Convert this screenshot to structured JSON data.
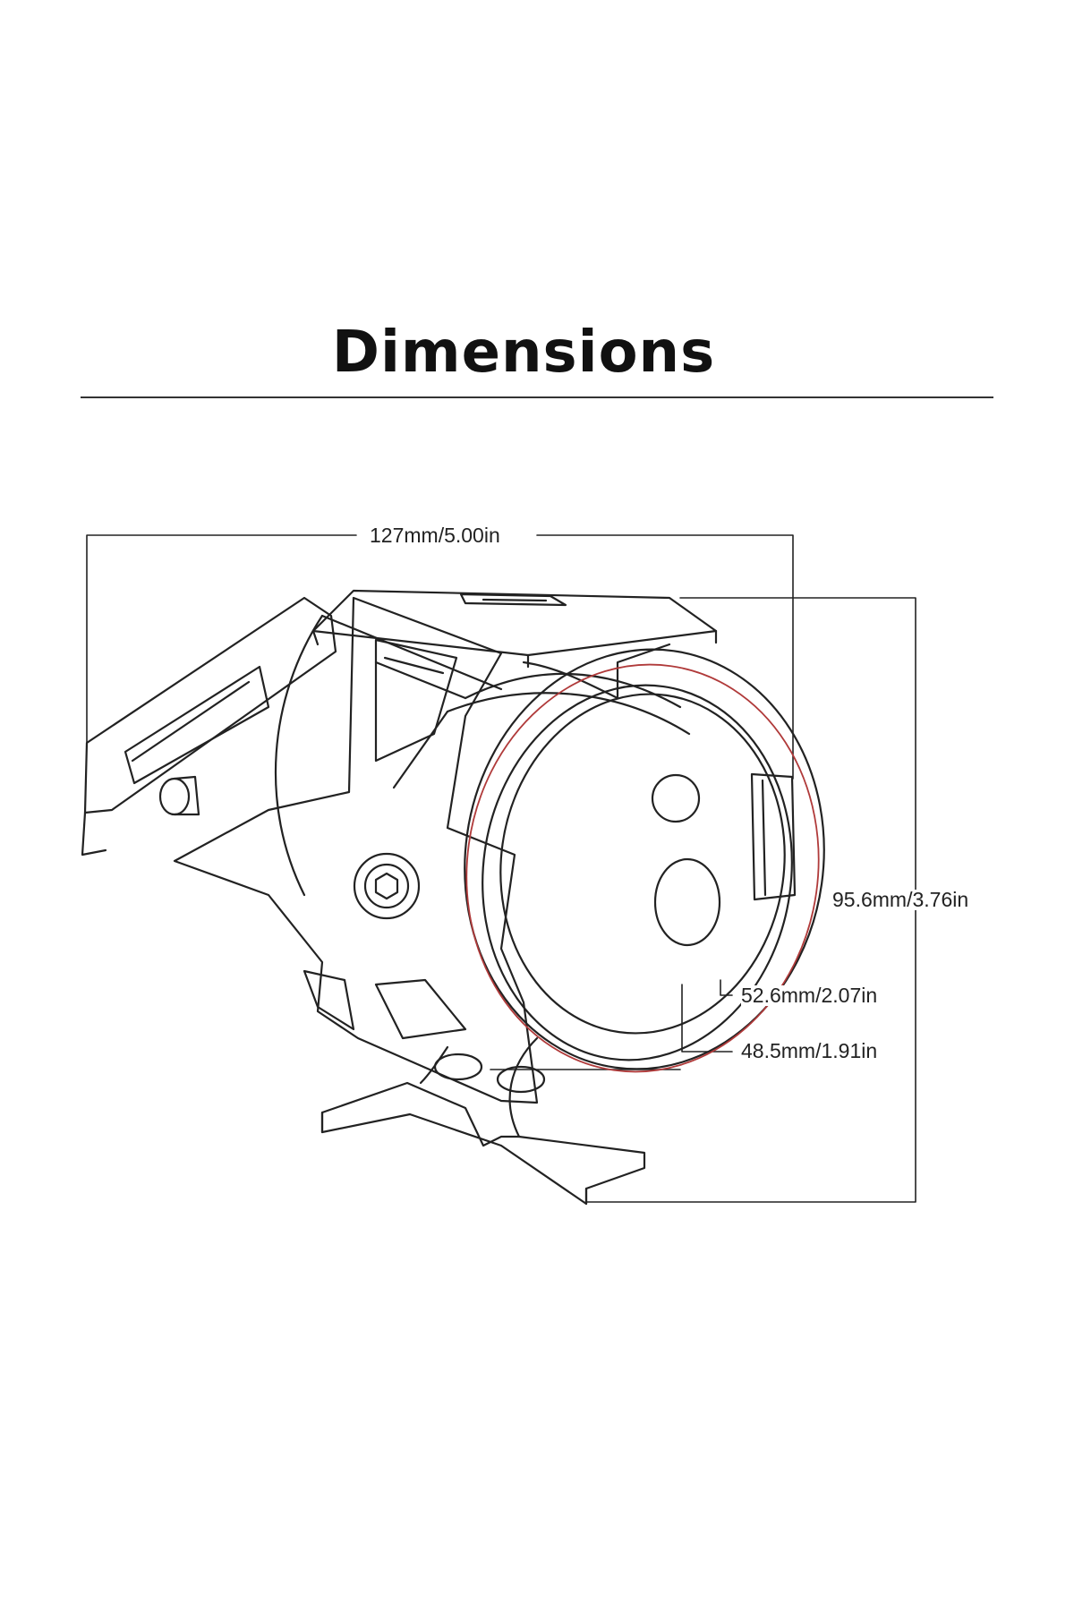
{
  "title": "Dimensions",
  "dimensions": {
    "width": "127mm/5.00in",
    "height": "95.6mm/3.76in",
    "outer_ring_diameter": "52.6mm/2.07in",
    "lens_diameter": "48.5mm/1.91in"
  },
  "colors": {
    "line": "#222222",
    "halo_ring": "#b03a3a"
  },
  "icons": [
    "led-spotlight-drawing",
    "hex-bolt-icon"
  ]
}
